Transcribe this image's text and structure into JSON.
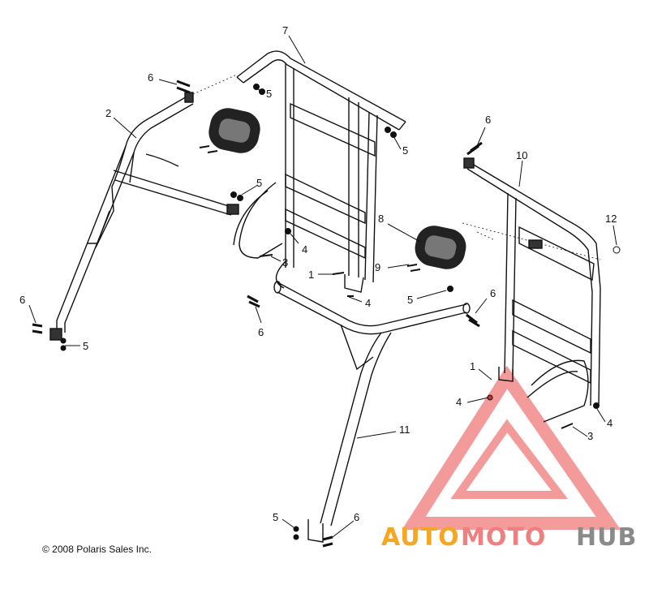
{
  "copyright": "© 2008 Polaris Sales Inc.",
  "watermark": {
    "part1": "AUTO",
    "part2": "MOTO",
    "part3": "HUB",
    "color1": "#f5a623",
    "color2": "#f08080",
    "color3": "#8a8a8a",
    "logo_color": "#f07a7a"
  },
  "callouts": {
    "c1a": "1",
    "c1b": "1",
    "c2": "2",
    "c3a": "3",
    "c3b": "3",
    "c4a": "4",
    "c4b": "4",
    "c4c": "4",
    "c4d": "4",
    "c5a": "5",
    "c5b": "5",
    "c5c": "5",
    "c5d": "5",
    "c5e": "5",
    "c5f": "5",
    "c6a": "6",
    "c6b": "6",
    "c6c": "6",
    "c6d": "6",
    "c6e": "6",
    "c6f": "6",
    "c7": "7",
    "c8": "8",
    "c9": "9",
    "c10": "10",
    "c11": "11",
    "c12": "12"
  }
}
